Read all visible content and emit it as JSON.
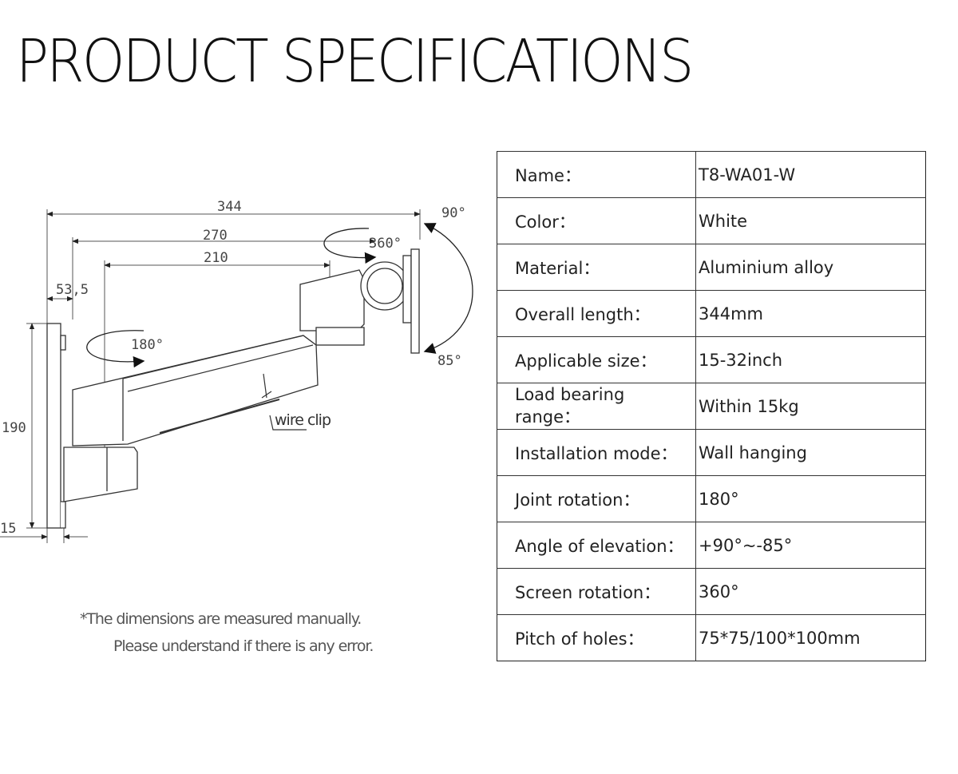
{
  "title": "PRODUCT SPECIFICATIONS",
  "diagram": {
    "dim_344": "344",
    "dim_270": "270",
    "dim_210": "210",
    "dim_53_5": "53,5",
    "dim_190": "190",
    "dim_15": "15",
    "angle_90": "90°",
    "angle_85": "85°",
    "angle_360": "360°",
    "angle_180": "180°",
    "wire_clip": "wire clip"
  },
  "note": {
    "line1": "*The dimensions are measured manually.",
    "line2": "Please understand if there is any error."
  },
  "specs": [
    {
      "label": "Name：",
      "value": "T8-WA01-W"
    },
    {
      "label": "Color：",
      "value": "White"
    },
    {
      "label": "Material：",
      "value": "Aluminium alloy"
    },
    {
      "label": "Overall length：",
      "value": "344mm"
    },
    {
      "label": "Applicable size：",
      "value": "15-32inch"
    },
    {
      "label": "Load bearing range：",
      "value": "Within 15kg"
    },
    {
      "label": "Installation mode：",
      "value": "Wall hanging"
    },
    {
      "label": "Joint rotation：",
      "value": "180°"
    },
    {
      "label": "Angle of elevation：",
      "value": "+90°~-85°"
    },
    {
      "label": "Screen rotation：",
      "value": "360°"
    },
    {
      "label": "Pitch of holes：",
      "value": "75*75/100*100mm"
    }
  ]
}
